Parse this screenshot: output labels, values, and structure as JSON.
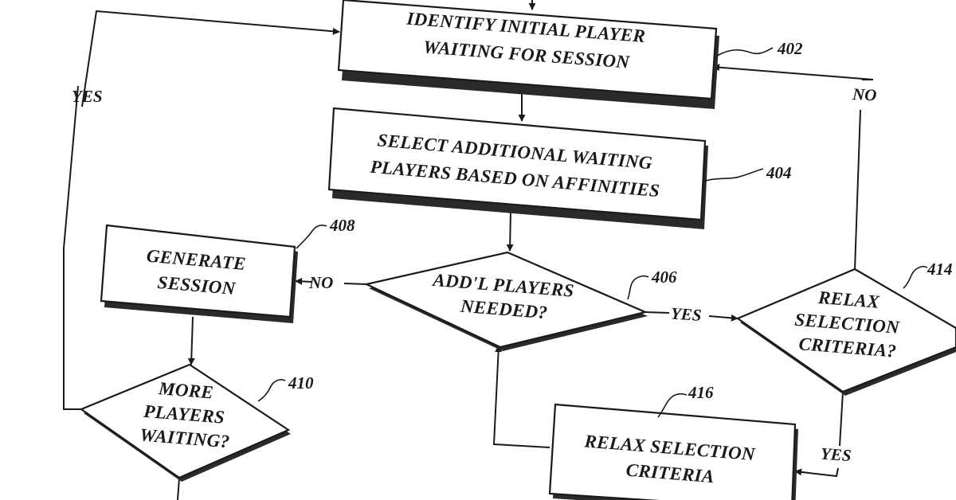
{
  "nodes": {
    "n402": {
      "line1": "IDENTIFY INITIAL PLAYER",
      "line2": "WAITING FOR SESSION",
      "ref": "402"
    },
    "n404": {
      "line1": "SELECT ADDITIONAL WAITING",
      "line2": "PLAYERS BASED ON AFFINITIES",
      "ref": "404"
    },
    "n406": {
      "line1": "ADD'L PLAYERS",
      "line2": "NEEDED?",
      "ref": "406"
    },
    "n408": {
      "line1": "GENERATE",
      "line2": "SESSION",
      "ref": "408"
    },
    "n410": {
      "line1": "MORE",
      "line2": "PLAYERS",
      "line3": "WAITING?",
      "ref": "410"
    },
    "n414": {
      "line1": "RELAX",
      "line2": "SELECTION",
      "line3": "CRITERIA?",
      "ref": "414"
    },
    "n416": {
      "line1": "RELAX SELECTION",
      "line2": "CRITERIA",
      "ref": "416"
    }
  },
  "edges": {
    "yes_410_402": "YES",
    "no_414_402": "NO",
    "no_406_408": "NO",
    "yes_406_414": "YES",
    "yes_414_416": "YES"
  }
}
